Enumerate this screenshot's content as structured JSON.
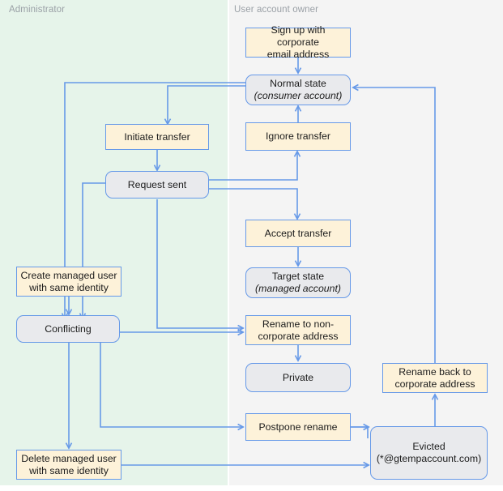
{
  "diagram": {
    "type": "flowchart",
    "lanes": [
      {
        "id": "administrator",
        "label": "Administrator",
        "color": "#E6F4EA"
      },
      {
        "id": "user-account-owner",
        "label": "User account owner",
        "color": "#F4F4F4"
      }
    ],
    "node_styles": {
      "action_fill": "#FDF2D9",
      "state_fill": "#E9EAED",
      "border": "#6699E8",
      "edge": "#6699E8",
      "text": "#1B1B1B",
      "lane_label_text": "#9AA0A6"
    },
    "nodes": [
      {
        "id": "sign-up",
        "lane": "user-account-owner",
        "kind": "action",
        "line1": "Sign up with corporate",
        "line2": "email address"
      },
      {
        "id": "normal-state",
        "lane": "user-account-owner",
        "kind": "state",
        "line1": "Normal state",
        "line2": "(consumer account)",
        "line2_italic": true
      },
      {
        "id": "initiate-transfer",
        "lane": "administrator",
        "kind": "action",
        "line1": "Initiate transfer"
      },
      {
        "id": "ignore-transfer",
        "lane": "user-account-owner",
        "kind": "action",
        "line1": "Ignore transfer"
      },
      {
        "id": "request-sent",
        "lane": "administrator",
        "kind": "state",
        "line1": "Request sent"
      },
      {
        "id": "accept-transfer",
        "lane": "user-account-owner",
        "kind": "action",
        "line1": "Accept transfer"
      },
      {
        "id": "target-state",
        "lane": "user-account-owner",
        "kind": "state",
        "line1": "Target state",
        "line2": "(managed account)",
        "line2_italic": true
      },
      {
        "id": "create-managed-user",
        "lane": "administrator",
        "kind": "action",
        "line1": "Create managed user",
        "line2": "with same identity"
      },
      {
        "id": "conflicting",
        "lane": "administrator",
        "kind": "state",
        "line1": "Conflicting"
      },
      {
        "id": "rename-to-non-corporate",
        "lane": "user-account-owner",
        "kind": "action",
        "line1": "Rename to non-",
        "line2": "corporate address"
      },
      {
        "id": "private",
        "lane": "user-account-owner",
        "kind": "state",
        "line1": "Private"
      },
      {
        "id": "rename-back-to-corporate",
        "lane": "user-account-owner",
        "kind": "action",
        "line1": "Rename back to",
        "line2": "corporate address"
      },
      {
        "id": "postpone-rename",
        "lane": "user-account-owner",
        "kind": "action",
        "line1": "Postpone rename"
      },
      {
        "id": "delete-managed-user",
        "lane": "administrator",
        "kind": "action",
        "line1": "Delete managed user",
        "line2": "with same identity"
      },
      {
        "id": "evicted",
        "lane": "user-account-owner",
        "kind": "state",
        "line1": "Evicted",
        "line2": "(*@gtempaccount.com)"
      }
    ],
    "edges": [
      {
        "from": "sign-up",
        "to": "normal-state"
      },
      {
        "from": "normal-state",
        "to": "initiate-transfer"
      },
      {
        "from": "normal-state",
        "to": "create-managed-user"
      },
      {
        "from": "initiate-transfer",
        "to": "request-sent"
      },
      {
        "from": "request-sent",
        "to": "ignore-transfer"
      },
      {
        "from": "request-sent",
        "to": "accept-transfer"
      },
      {
        "from": "request-sent",
        "to": "create-managed-user"
      },
      {
        "from": "request-sent",
        "to": "rename-to-non-corporate"
      },
      {
        "from": "ignore-transfer",
        "to": "normal-state"
      },
      {
        "from": "accept-transfer",
        "to": "target-state"
      },
      {
        "from": "create-managed-user",
        "to": "conflicting"
      },
      {
        "from": "conflicting",
        "to": "rename-to-non-corporate"
      },
      {
        "from": "conflicting",
        "to": "postpone-rename"
      },
      {
        "from": "conflicting",
        "to": "delete-managed-user"
      },
      {
        "from": "rename-to-non-corporate",
        "to": "private"
      },
      {
        "from": "postpone-rename",
        "to": "evicted"
      },
      {
        "from": "delete-managed-user",
        "to": "evicted"
      },
      {
        "from": "evicted",
        "to": "rename-back-to-corporate"
      },
      {
        "from": "rename-back-to-corporate",
        "to": "normal-state"
      }
    ]
  }
}
